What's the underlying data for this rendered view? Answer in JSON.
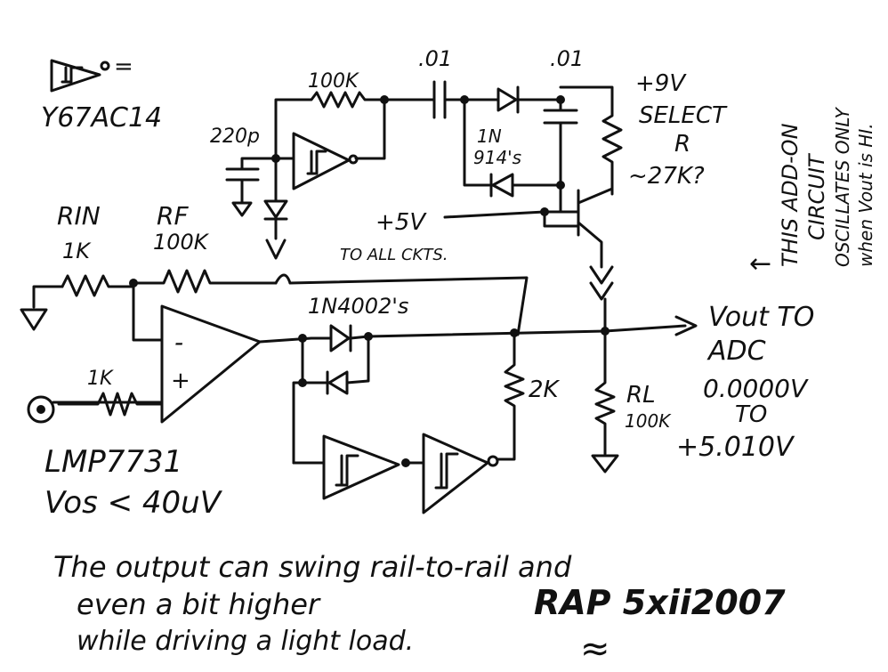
{
  "symbol_note": "Y67AC14",
  "symbol_equals": "=",
  "cap_220p": "220p",
  "res_100k_top": "100K",
  "cap_01_a": ".01",
  "cap_01_b": ".01",
  "plus9v": "+9V",
  "select_r": [
    "SELECT",
    "R",
    "~27K?"
  ],
  "diodes_1n914": [
    "1N",
    "914's"
  ],
  "plus5v": "+5V",
  "to_all_ckts": "TO ALL CKTS.",
  "rin": "RIN",
  "rin_value": "1K",
  "rf": "RF",
  "rf_value": "100K",
  "diodes_1n4002": "1N4002's",
  "opamp_minus": "-",
  "opamp_plus": "+",
  "res_1k_input": "1K",
  "opamp_part": "LMP7731",
  "vos_spec": "Vos < 40uV",
  "res_2k": "2K",
  "rl": "RL",
  "rl_value": "100K",
  "vout": [
    "Vout TO",
    "ADC",
    "0.0000V",
    "TO",
    "+5.010V"
  ],
  "side_note": [
    "THIS ADD-ON",
    "CIRCUIT",
    "OSCILLATES ONLY",
    "when Vout is HI."
  ],
  "arrow_note": "←",
  "bottom_note": [
    "The output can swing rail-to-rail and",
    "even a bit higher",
    "while driving a light load."
  ],
  "signature": "RAP 5xii2007",
  "signature_mark": "≈"
}
